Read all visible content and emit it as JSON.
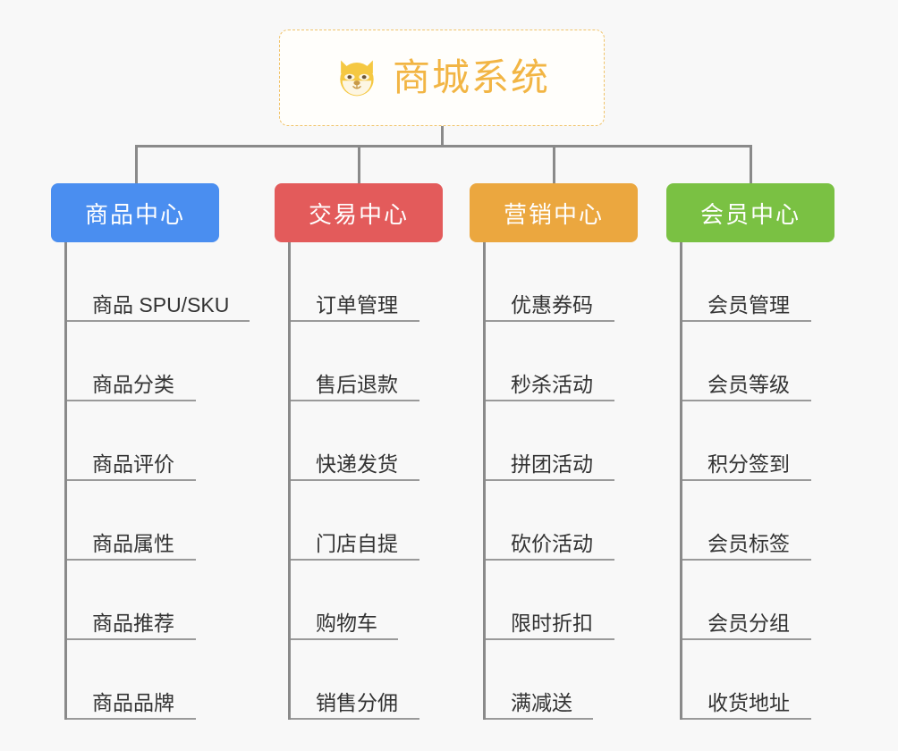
{
  "background_color": "#f8f8f8",
  "root": {
    "title": "商城系统",
    "icon": "shiba-dog-face-icon",
    "text_color": "#f2b544",
    "border_color": "#f0c36a",
    "background": "#fffefb"
  },
  "connector_color": "#8a8a8a",
  "columns": [
    {
      "id": "product-center",
      "header": "商品中心",
      "color": "#4a8ef0",
      "items": [
        {
          "label": "商品 SPU/SKU",
          "width_class": "w-wide"
        },
        {
          "label": "商品分类",
          "width_class": "w-normal"
        },
        {
          "label": "商品评价",
          "width_class": "w-normal"
        },
        {
          "label": "商品属性",
          "width_class": "w-normal"
        },
        {
          "label": "商品推荐",
          "width_class": "w-normal"
        },
        {
          "label": "商品品牌",
          "width_class": "w-normal"
        }
      ]
    },
    {
      "id": "trade-center",
      "header": "交易中心",
      "color": "#e35b5b",
      "items": [
        {
          "label": "订单管理",
          "width_class": "w-normal"
        },
        {
          "label": "售后退款",
          "width_class": "w-normal"
        },
        {
          "label": "快递发货",
          "width_class": "w-normal"
        },
        {
          "label": "门店自提",
          "width_class": "w-normal"
        },
        {
          "label": "购物车",
          "width_class": "w-short"
        },
        {
          "label": "销售分佣",
          "width_class": "w-normal"
        }
      ]
    },
    {
      "id": "marketing-center",
      "header": "营销中心",
      "color": "#eba73f",
      "items": [
        {
          "label": "优惠券码",
          "width_class": "w-normal"
        },
        {
          "label": "秒杀活动",
          "width_class": "w-normal"
        },
        {
          "label": "拼团活动",
          "width_class": "w-normal"
        },
        {
          "label": "砍价活动",
          "width_class": "w-normal"
        },
        {
          "label": "限时折扣",
          "width_class": "w-normal"
        },
        {
          "label": "满减送",
          "width_class": "w-short"
        }
      ]
    },
    {
      "id": "member-center",
      "header": "会员中心",
      "color": "#7ac143",
      "items": [
        {
          "label": "会员管理",
          "width_class": "w-normal"
        },
        {
          "label": "会员等级",
          "width_class": "w-normal"
        },
        {
          "label": "积分签到",
          "width_class": "w-normal"
        },
        {
          "label": "会员标签",
          "width_class": "w-normal"
        },
        {
          "label": "会员分组",
          "width_class": "w-normal"
        },
        {
          "label": "收货地址",
          "width_class": "w-normal"
        }
      ]
    }
  ]
}
